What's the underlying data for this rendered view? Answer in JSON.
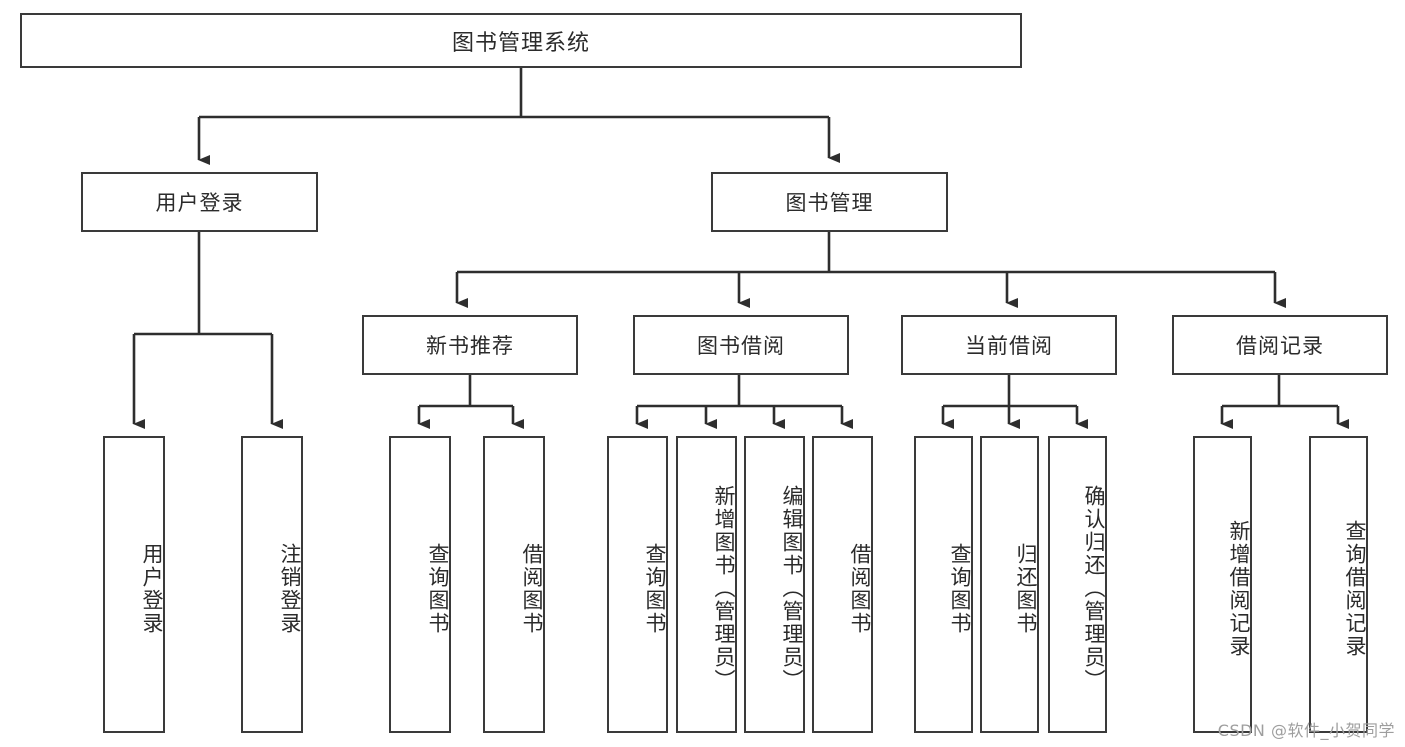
{
  "diagram": {
    "title": "图书管理系统",
    "root": {
      "label": "图书管理系统"
    },
    "level2": [
      {
        "label": "用户登录"
      },
      {
        "label": "图书管理"
      }
    ],
    "level3": [
      {
        "label": "新书推荐"
      },
      {
        "label": "图书借阅"
      },
      {
        "label": "当前借阅"
      },
      {
        "label": "借阅记录"
      }
    ],
    "leaves": [
      {
        "label": "用户登录"
      },
      {
        "label": "注销登录"
      },
      {
        "label": "查询图书"
      },
      {
        "label": "借阅图书"
      },
      {
        "label": "查询图书"
      },
      {
        "label": "新增图书（管理员）"
      },
      {
        "label": "编辑图书（管理员）"
      },
      {
        "label": "借阅图书"
      },
      {
        "label": "查询图书"
      },
      {
        "label": "归还图书"
      },
      {
        "label": "确认归还（管理员）"
      },
      {
        "label": "新增借阅记录"
      },
      {
        "label": "查询借阅记录"
      }
    ]
  },
  "watermark": {
    "text": "CSDN @软件_小贺同学"
  },
  "colors": {
    "stroke": "#3a3a3a",
    "text": "#2b2b2b",
    "background": "#ffffff",
    "watermark": "#9e9e9e"
  }
}
